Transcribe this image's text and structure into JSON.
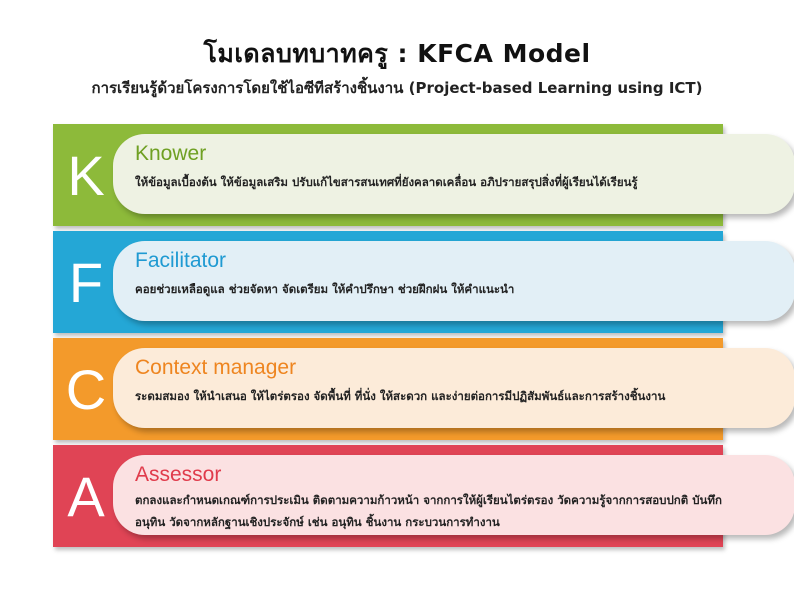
{
  "header": {
    "title": "โมเดลบทบาทครู : KFCA Model",
    "subtitle": "การเรียนรู้ด้วยโครงการโดยใช้ไอซีทีสร้างชิ้นงาน (Project-based Learning using ICT)"
  },
  "colors": {
    "knower": "#8dba3a",
    "facilitator": "#24a7d6",
    "context_manager": "#f39a2b",
    "assessor": "#e04455"
  },
  "rows": [
    {
      "letter": "K",
      "role": "Knower",
      "description": "ให้ข้อมูลเบื้องต้น ให้ข้อมูลเสริม ปรับแก้ไขสารสนเทศที่ยังคลาดเคลื่อน อภิปรายสรุปสิ่งที่ผู้เรียนได้เรียนรู้"
    },
    {
      "letter": "F",
      "role": "Facilitator",
      "description": "คอยช่วยเหลือดูแล ช่วยจัดหา จัดเตรียม ให้คำปรึกษา ช่วยฝึกฝน ให้คำแนะนำ"
    },
    {
      "letter": "C",
      "role": "Context manager",
      "description": "ระดมสมอง ให้นำเสนอ ให้ไตร่ตรอง จัดพื้นที่ ที่นั่ง ให้สะดวก และง่ายต่อการมีปฏิสัมพันธ์และการสร้างชิ้นงาน"
    },
    {
      "letter": "A",
      "role": "Assessor",
      "description": "ตกลงและกำหนดเกณฑ์การประเมิน ติดตามความก้าวหน้า จากการให้ผู้เรียนไตร่ตรอง วัดความรู้จากการสอบปกติ บันทึกอนุทิน วัดจากหลักฐานเชิงประจักษ์ เช่น อนุทิน ชิ้นงาน กระบวนการทำงาน"
    }
  ]
}
